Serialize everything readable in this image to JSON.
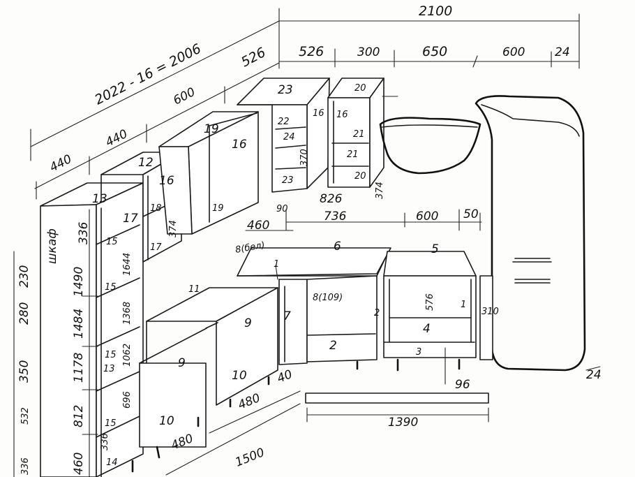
{
  "dims": {
    "top_2100": "2100",
    "top_526_left": "526",
    "top_526": "526",
    "top_300": "300",
    "top_650": "650",
    "top_600": "600",
    "top_24": "24",
    "diag_2022": "2022 - 16 = 2006",
    "diag_600": "600",
    "diag_440a": "440",
    "diag_440b": "440",
    "left_230": "230",
    "left_280": "280",
    "left_350": "350",
    "left_532": "532",
    "left_336": "336",
    "tall_336": "336",
    "tall_1490": "1490",
    "tall_1484": "1484",
    "tall_1178": "1178",
    "tall_812": "812",
    "tall_460": "460",
    "tall_1644": "1644",
    "tall_1368": "1368",
    "tall_1062": "1062",
    "tall_696": "696",
    "tall_336b": "336",
    "tall_top_13": "13",
    "tall_17": "17",
    "tall_15a": "15",
    "tall_15b": "15",
    "tall_15c": "15",
    "tall_15d": "15",
    "tall_13b": "13",
    "tall_14": "14",
    "tall_label": "шкаф",
    "wc1_12": "12",
    "wc1_16": "16",
    "wc1_18": "18",
    "wc1_17": "17",
    "wc1_374": "374",
    "wc2_19": "19",
    "wc2_16": "16",
    "wc2_19b": "19",
    "wc3_23": "23",
    "wc3_16": "16",
    "wc3_22": "22",
    "wc3_24": "24",
    "wc3_23b": "23",
    "wc3_370": "370",
    "wc4_20": "20",
    "wc4_16": "16",
    "wc4_21": "21",
    "wc4_21b": "21",
    "wc4_20b": "20",
    "wc4_374": "374",
    "wc4_826": "826",
    "mid_736": "736",
    "mid_600": "600",
    "mid_50": "50",
    "mid_460": "460",
    "mid_90": "90",
    "counter_8": "8(бел)",
    "counter_6": "6",
    "counter_5": "5",
    "counter_1": "1",
    "counter_11": "11",
    "sink_label": "8(109)",
    "base_7": "7",
    "base_2": "2",
    "base_2b": "2",
    "base_576": "576",
    "base_1": "1",
    "base_4": "4",
    "base_3": "3",
    "base_310": "310",
    "base_96": "96",
    "drawer_9a": "9",
    "drawer_9b": "9",
    "drawer_10a": "10",
    "drawer_10b": "10",
    "bot_480a": "480",
    "bot_480b": "480",
    "bot_40": "40",
    "bot_1500": "1500",
    "bot_1390": "1390",
    "fridge_24": "24"
  }
}
